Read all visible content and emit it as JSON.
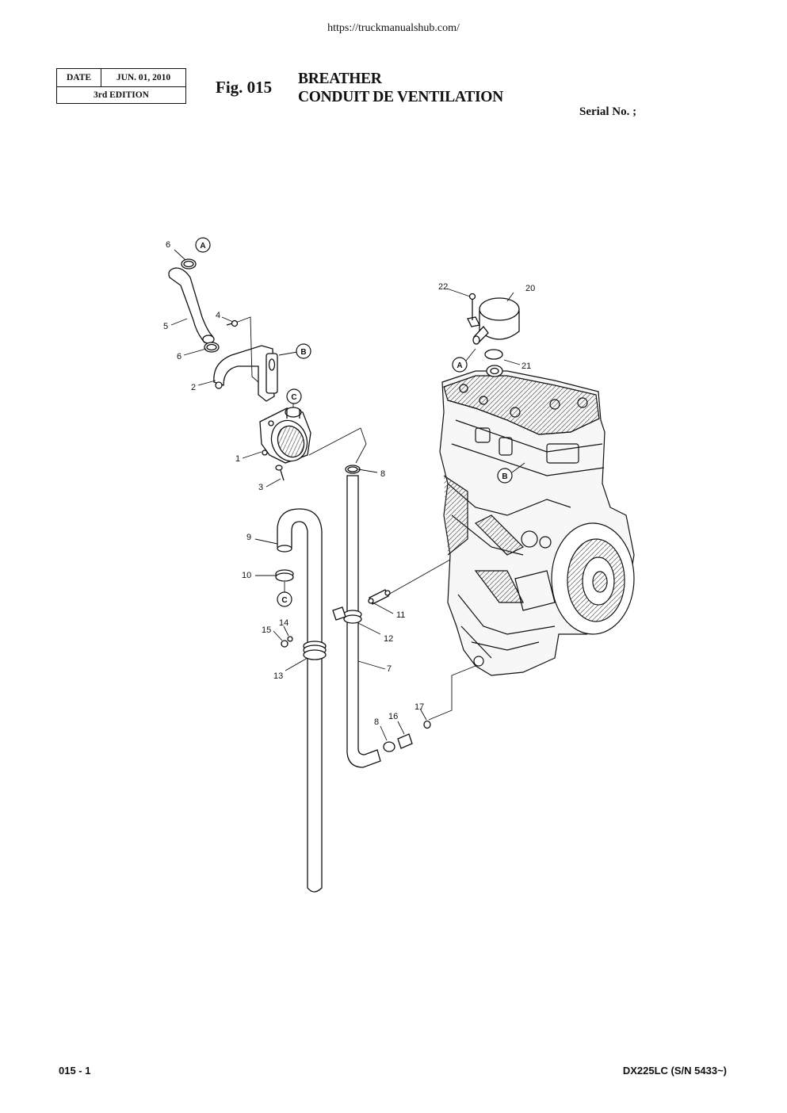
{
  "header": {
    "url": "https://truckmanualshub.com/",
    "date_label": "DATE",
    "date_value": "JUN. 01, 2010",
    "edition": "3rd EDITION",
    "fig_label": "Fig. 015",
    "title_en": "BREATHER",
    "title_fr": "CONDUIT DE VENTILATION",
    "serial": "Serial No. ;"
  },
  "diagram": {
    "callouts": [
      {
        "id": "c6a",
        "text": "6"
      },
      {
        "id": "c5",
        "text": "5"
      },
      {
        "id": "c4",
        "text": "4"
      },
      {
        "id": "c6b",
        "text": "6"
      },
      {
        "id": "c2",
        "text": "2"
      },
      {
        "id": "c1",
        "text": "1"
      },
      {
        "id": "c3",
        "text": "3"
      },
      {
        "id": "c8a",
        "text": "8"
      },
      {
        "id": "c9",
        "text": "9"
      },
      {
        "id": "c10",
        "text": "10"
      },
      {
        "id": "c11",
        "text": "11"
      },
      {
        "id": "c14",
        "text": "14"
      },
      {
        "id": "c15",
        "text": "15"
      },
      {
        "id": "c12",
        "text": "12"
      },
      {
        "id": "c13",
        "text": "13"
      },
      {
        "id": "c7",
        "text": "7"
      },
      {
        "id": "c17",
        "text": "17"
      },
      {
        "id": "c16",
        "text": "16"
      },
      {
        "id": "c8b",
        "text": "8"
      },
      {
        "id": "c22",
        "text": "22"
      },
      {
        "id": "c20",
        "text": "20"
      },
      {
        "id": "c21",
        "text": "21"
      }
    ],
    "refs": [
      {
        "id": "rA1",
        "text": "A"
      },
      {
        "id": "rB1",
        "text": "B"
      },
      {
        "id": "rC1",
        "text": "C"
      },
      {
        "id": "rC2",
        "text": "C"
      },
      {
        "id": "rA2",
        "text": "A"
      },
      {
        "id": "rB2",
        "text": "B"
      }
    ]
  },
  "footer": {
    "page": "015 - 1",
    "model": "DX225LC (S/N 5433~)"
  }
}
